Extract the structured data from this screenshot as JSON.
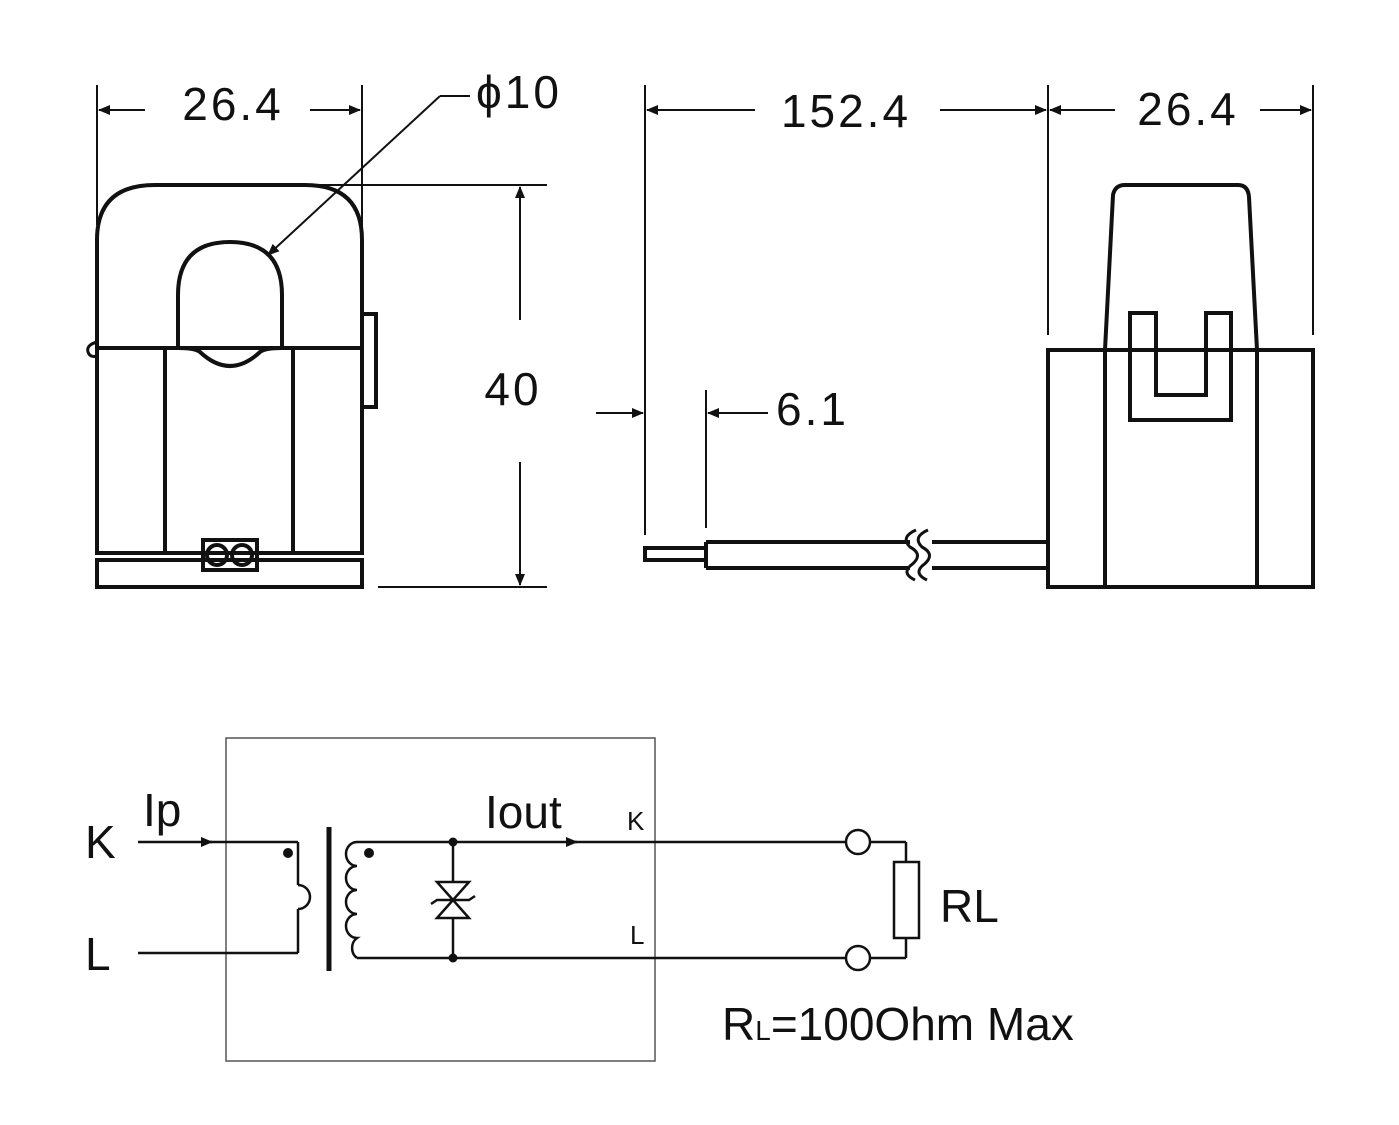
{
  "front_view": {
    "width_dim": "26.4",
    "hole_dim": "ϕ10",
    "height_dim": "40"
  },
  "side_view": {
    "cable_length_dim": "152.4",
    "width_dim": "26.4",
    "strip_dim": "6.1"
  },
  "circuit": {
    "primary_current": "Ip",
    "output_current": "Iout",
    "terminal_k_left": "K",
    "terminal_l_left": "L",
    "terminal_k_right": "K",
    "terminal_l_right": "L",
    "load_label": "RL",
    "load_note_r": "R",
    "load_note_sub": "L",
    "load_note_rest": "=100Ohm Max"
  },
  "colors": {
    "line": "#111111",
    "background": "#ffffff"
  }
}
